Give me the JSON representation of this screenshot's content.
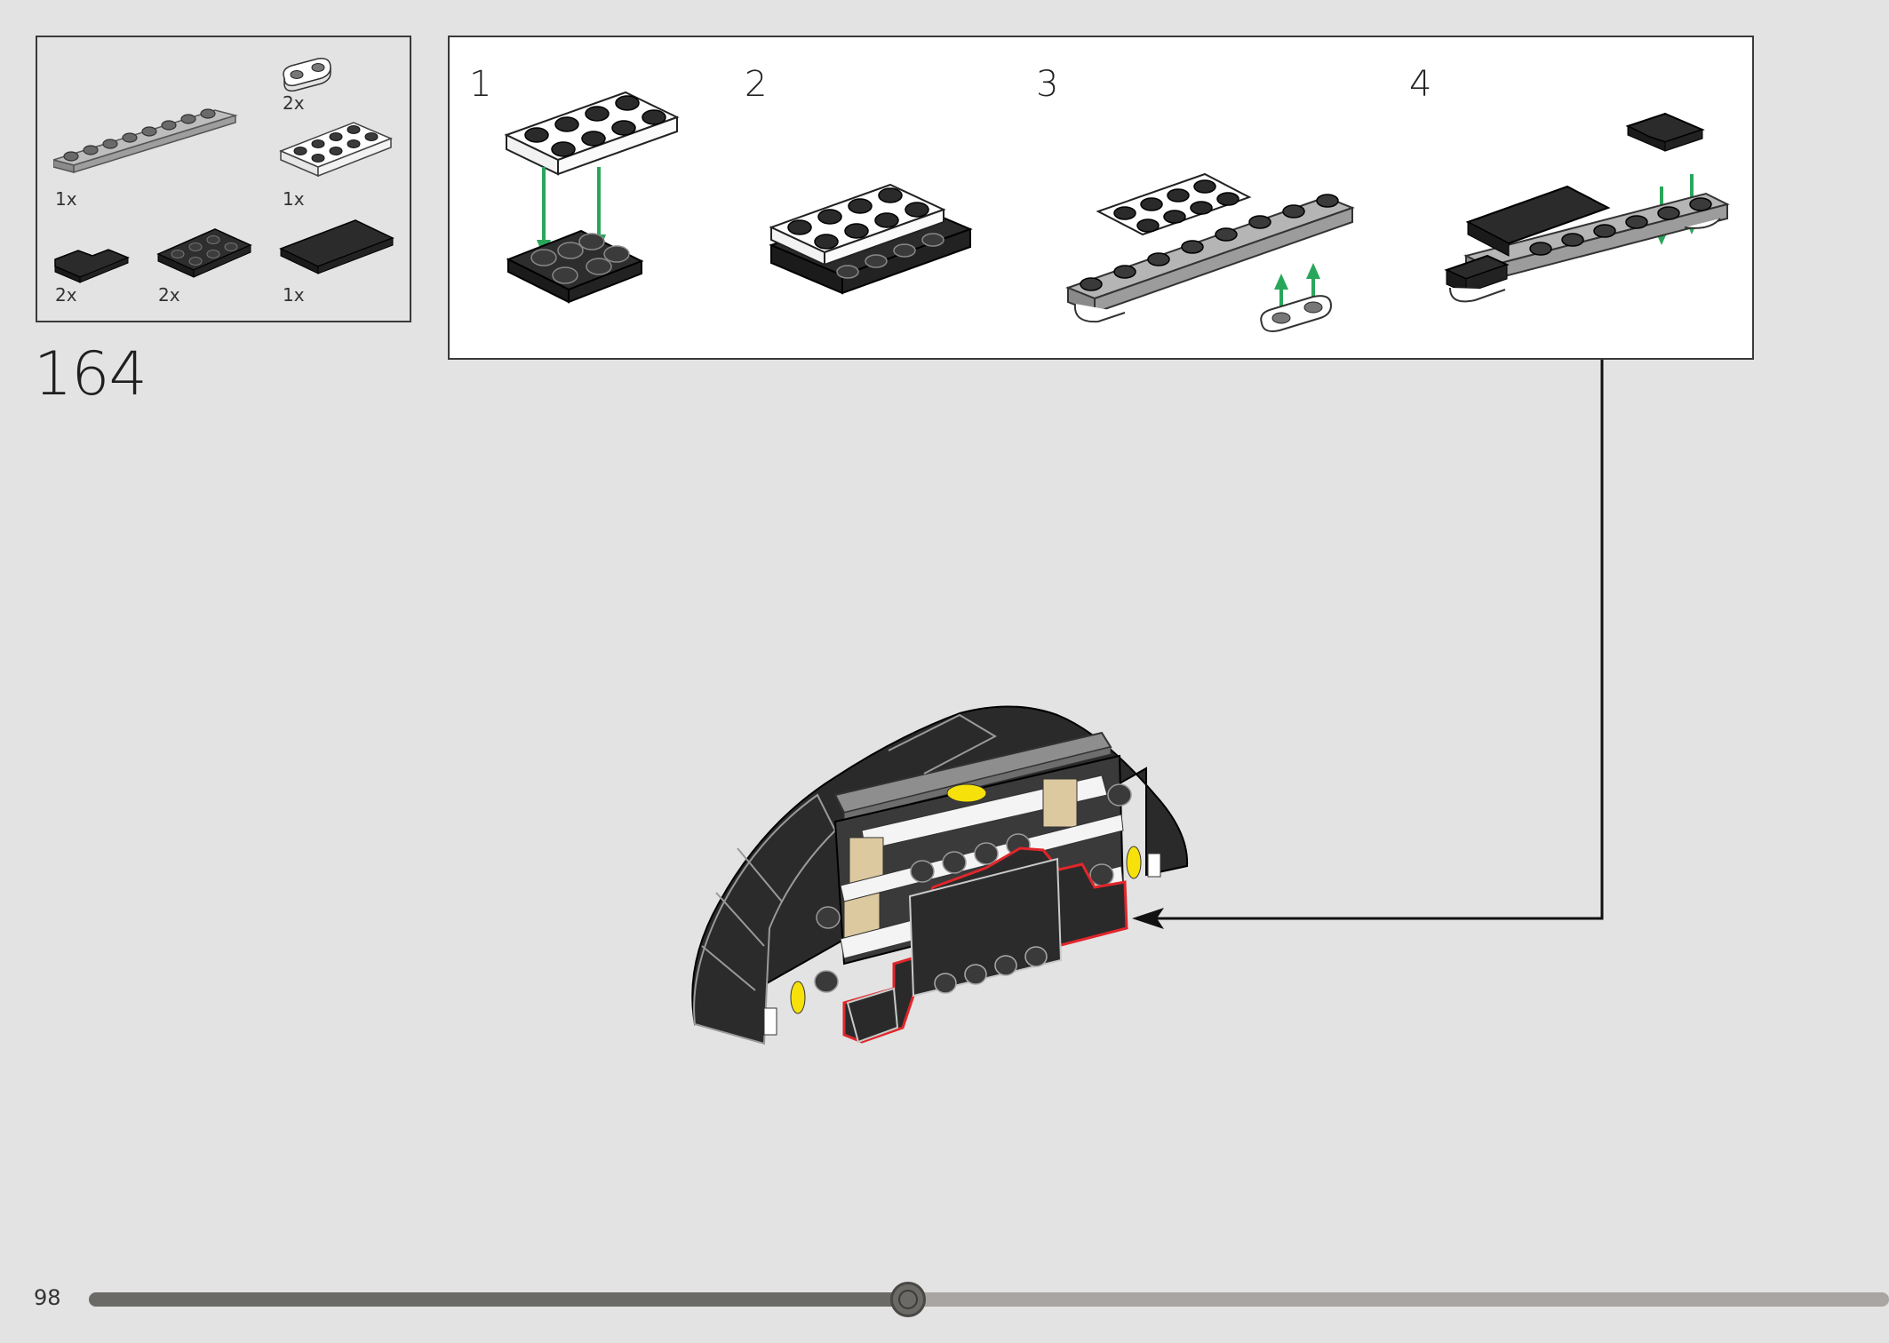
{
  "page": {
    "number": "98"
  },
  "progress": {
    "fraction": 0.455
  },
  "parts_list": [
    {
      "name": "light-gray-plate-1x8",
      "qty": "1x"
    },
    {
      "name": "white-plate-1x2-round-ends",
      "qty": "2x"
    },
    {
      "name": "white-plate-2x4",
      "qty": "1x"
    },
    {
      "name": "black-plate-corner-2x2",
      "qty": "2x"
    },
    {
      "name": "black-plate-2x3",
      "qty": "2x"
    },
    {
      "name": "black-tile-2x4",
      "qty": "1x"
    }
  ],
  "step": {
    "number": "164"
  },
  "sub_steps": [
    {
      "label": "1"
    },
    {
      "label": "2"
    },
    {
      "label": "3"
    },
    {
      "label": "4"
    }
  ],
  "colors": {
    "background": "#e3e3e3",
    "arrow_green": "#2aa65b",
    "highlight_red": "#e0262b",
    "part_black": "#2b2b2b",
    "part_white": "#ffffff",
    "part_gray": "#9a9a9a",
    "tan": "#dcc9a0",
    "yellow": "#f7e10a"
  }
}
